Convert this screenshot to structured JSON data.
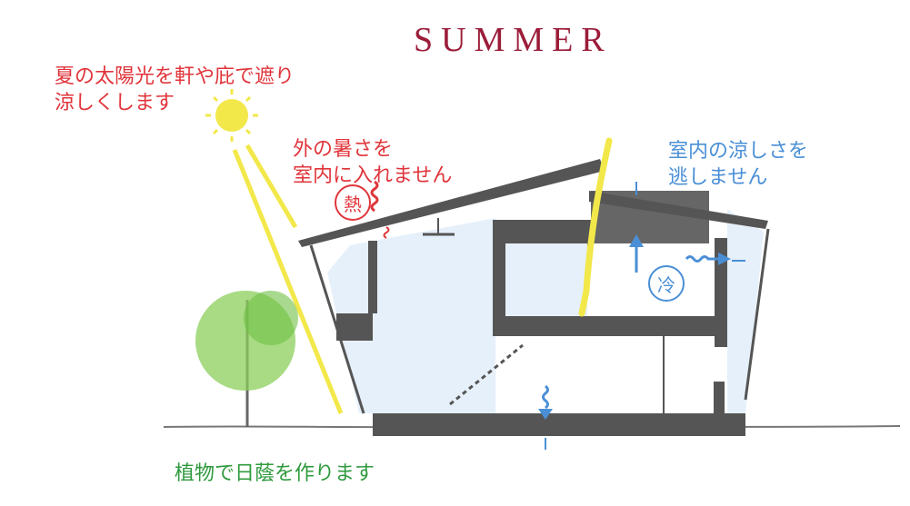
{
  "title": "SUMMER",
  "captions": {
    "sun": [
      "夏の太陽光を軒や庇で遮り",
      "涼しくします"
    ],
    "heat": [
      "外の暑さを",
      "室内に入れません"
    ],
    "cool": [
      "室内の涼しさを",
      "逃しません"
    ],
    "tree": "植物で日蔭を作ります"
  },
  "badges": {
    "heat": "熱",
    "cool": "冷"
  },
  "colors": {
    "title": "#9b1d3a",
    "red": "#e0353b",
    "blue": "#4a8fd6",
    "green": "#2f9a3e",
    "wall": "#555555",
    "sun": "#f2e84a"
  }
}
